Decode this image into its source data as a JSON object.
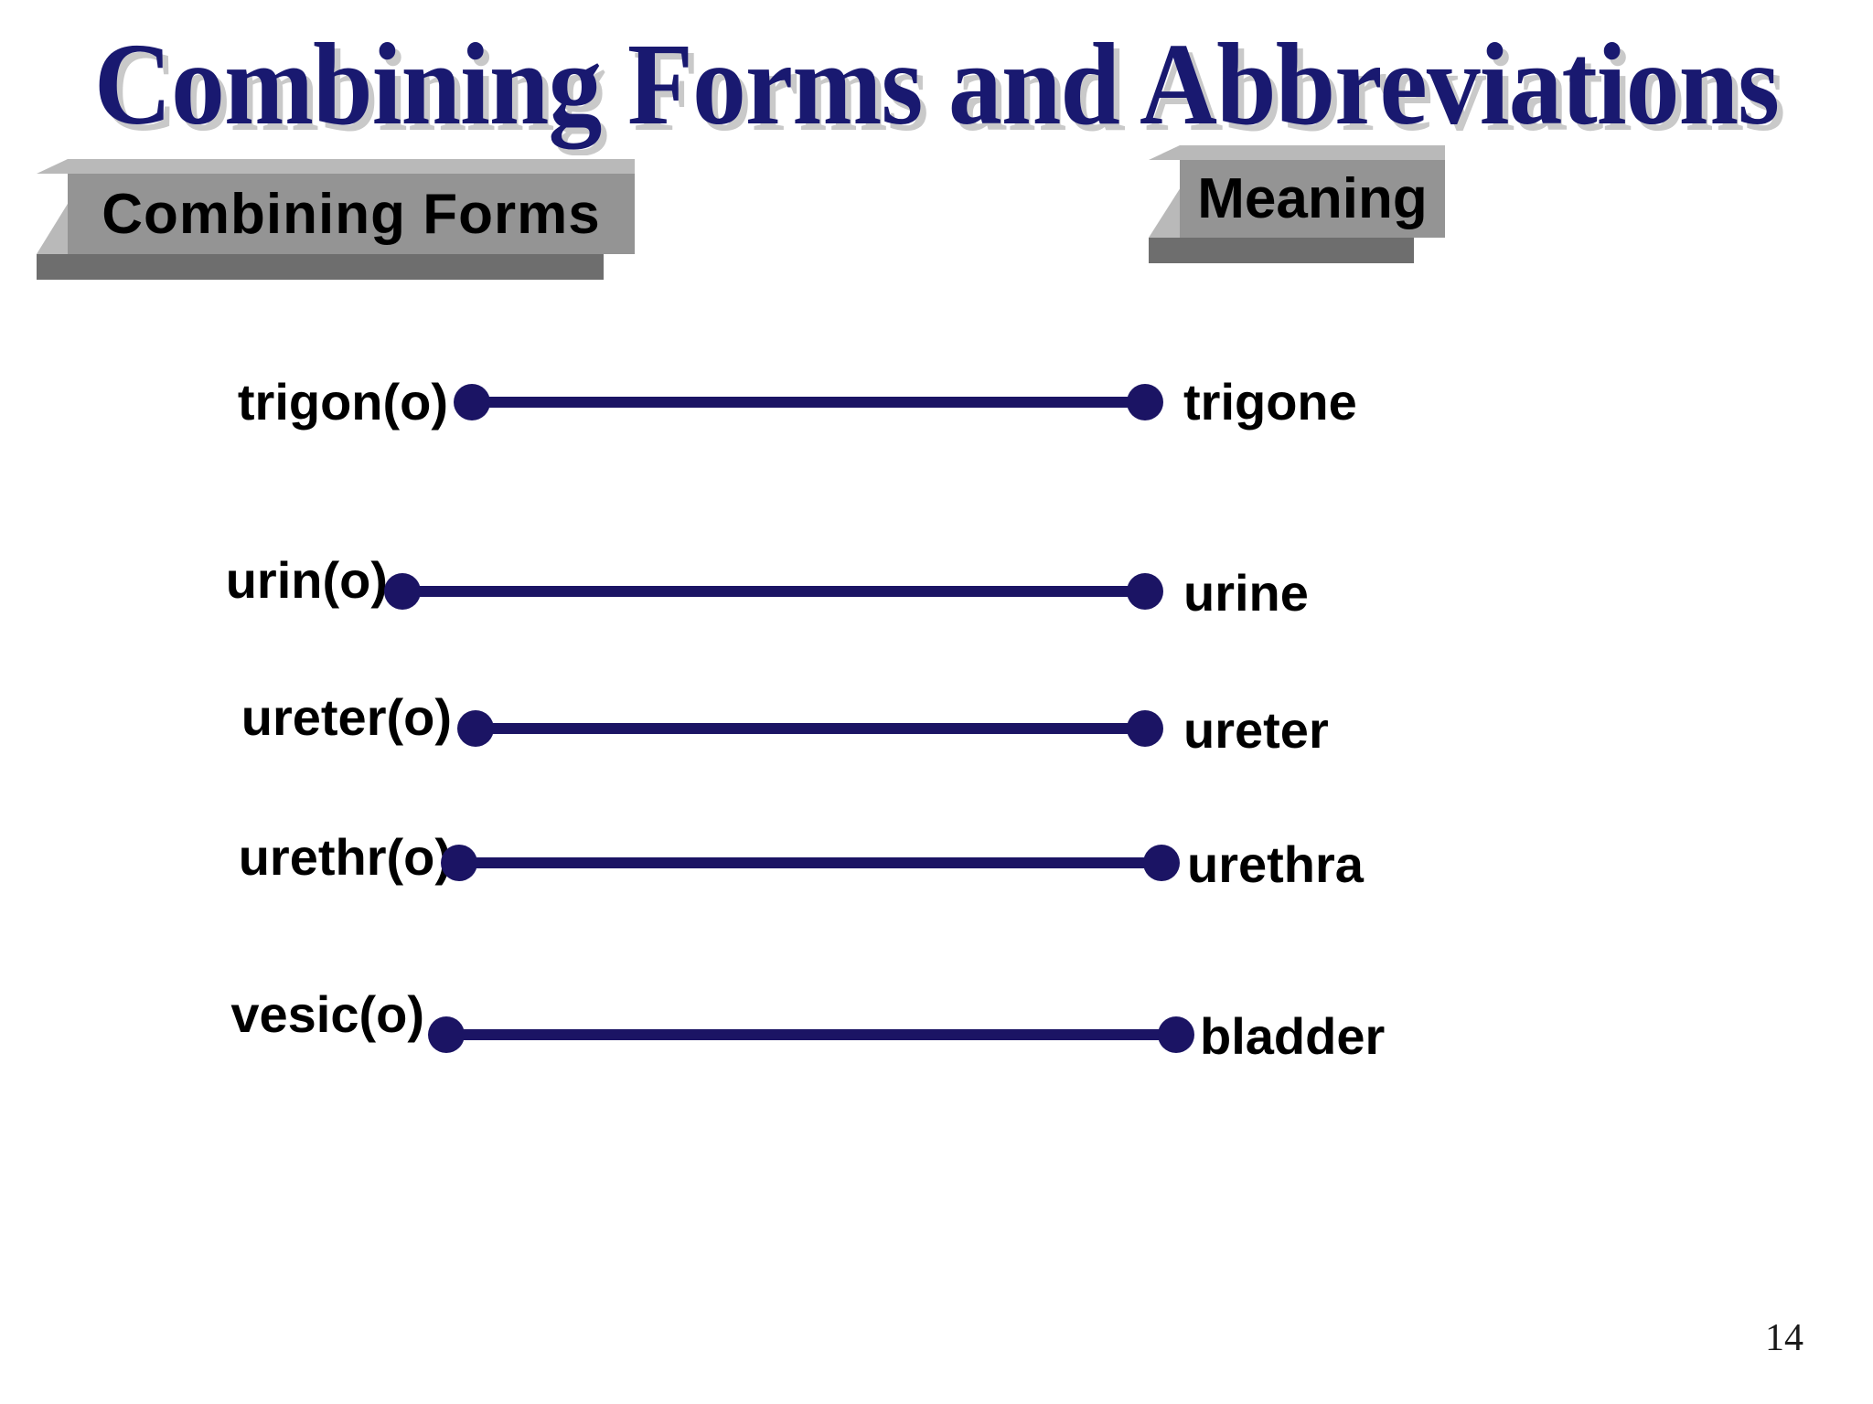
{
  "slide": {
    "title": "Combining Forms and Abbreviations",
    "page_number": "14",
    "accent_color": "#1b1464",
    "title_color": "#191970",
    "title_shadow_color": "#c9c9c9",
    "plaque_face_color": "#949494",
    "plaque_highlight_color": "#b9b9b9",
    "plaque_shadow_color": "#6e6e6e",
    "background_color": "#ffffff"
  },
  "headers": {
    "left": "Combining Forms",
    "right": "Meaning"
  },
  "rows": [
    {
      "term": "trigon(o)",
      "meaning": "trigone"
    },
    {
      "term": "urin(o)",
      "meaning": "urine"
    },
    {
      "term": "ureter(o)",
      "meaning": "ureter"
    },
    {
      "term": "urethr(o)",
      "meaning": "urethra"
    },
    {
      "term": "vesic(o)",
      "meaning": "bladder"
    }
  ]
}
